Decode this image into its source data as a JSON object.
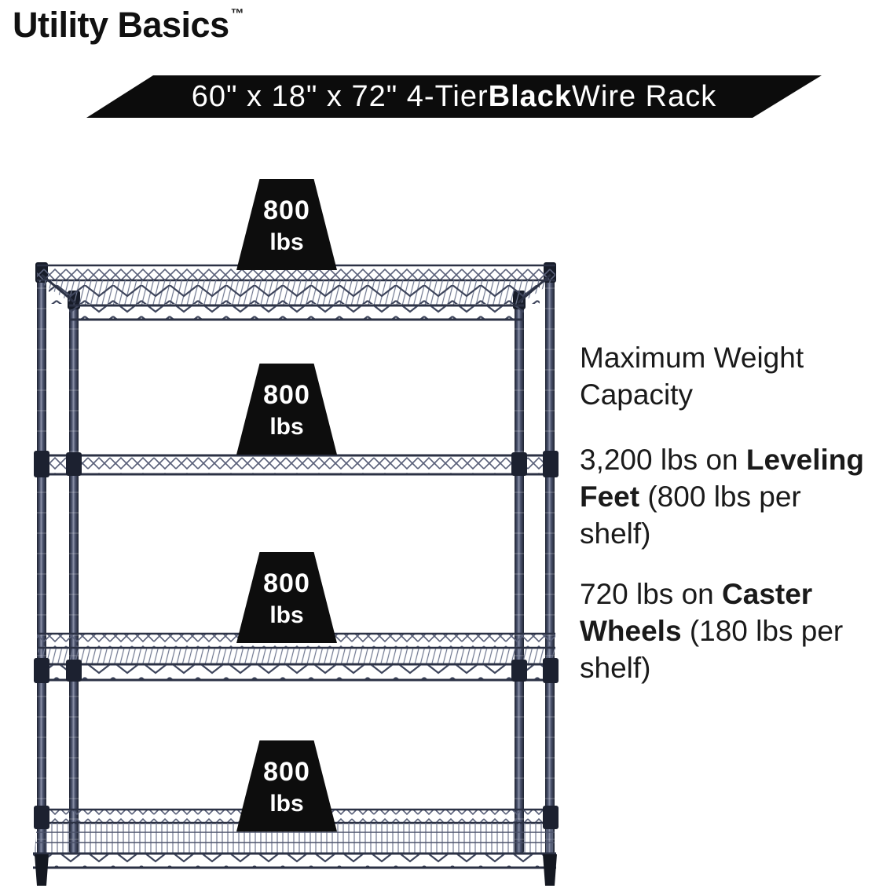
{
  "brand": {
    "name": "Utility Basics",
    "trademark": "™"
  },
  "banner": {
    "prefix": "60\" x 18\" x 72\" 4-Tier ",
    "highlight": "Black",
    "suffix": " Wire Rack",
    "background_color": "#0c0c0c",
    "text_color": "#ffffff"
  },
  "badges": [
    {
      "value": "800",
      "unit": "lbs"
    },
    {
      "value": "800",
      "unit": "lbs"
    },
    {
      "value": "800",
      "unit": "lbs"
    },
    {
      "value": "800",
      "unit": "lbs"
    }
  ],
  "info": {
    "capacity": {
      "line1": "Maximum Weight",
      "line2": "Capacity"
    },
    "leveling": {
      "l1_regular": "3,200 lbs on ",
      "l1_bold": "Leveling",
      "l2_bold": "Feet",
      "l2_regular": " (800 lbs per",
      "l3": "shelf)"
    },
    "caster": {
      "l1_regular": "720 lbs on ",
      "l1_bold": "Caster",
      "l2_bold": "Wheels",
      "l2_regular": " (180 lbs per",
      "l3": "shelf)"
    }
  },
  "colors": {
    "badge_background": "#0d0d0d",
    "rack_metal": "#343b4f",
    "rack_rail": "#2b3144",
    "text": "#1a1a1a"
  }
}
